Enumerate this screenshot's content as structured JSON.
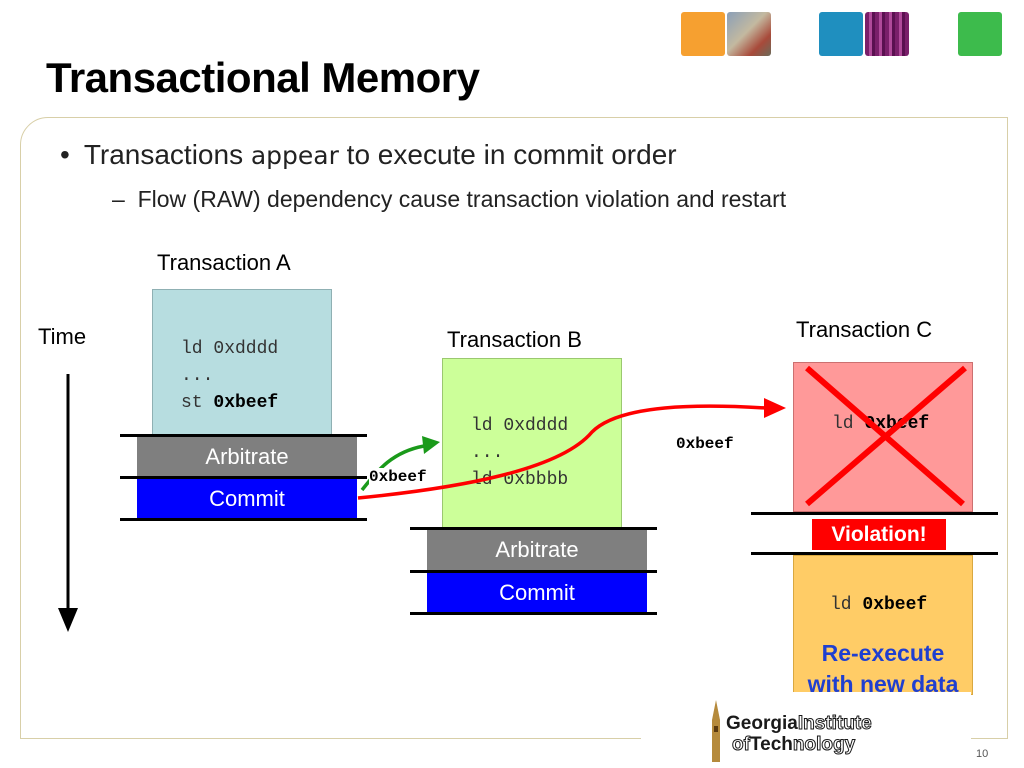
{
  "slide": {
    "title": "Transactional Memory",
    "page_number": "10"
  },
  "bullets": {
    "main_prefix": "Transactions ",
    "main_emphasis": "appear",
    "main_suffix": " to execute in commit order",
    "sub_dash": "–",
    "sub": "Flow (RAW) dependency cause transaction violation and restart"
  },
  "diagram": {
    "time_label": "Time",
    "transaction_a": {
      "label": "Transaction A",
      "code_line1": "ld 0xdddd",
      "code_line2": "...",
      "code_line3_op": "st ",
      "code_line3_addr": "0xbeef",
      "arbitrate": "Arbitrate",
      "commit": "Commit"
    },
    "transaction_b": {
      "label": "Transaction B",
      "code_line1": "ld 0xdddd",
      "code_line2": "...",
      "code_line3": "ld 0xbbbb",
      "arbitrate": "Arbitrate",
      "commit": "Commit"
    },
    "transaction_c": {
      "label": "Transaction C",
      "code_op": "ld ",
      "code_addr": "0xbeef",
      "violation": "Violation!",
      "retry_op": "ld ",
      "retry_addr": "0xbeef",
      "reexecute_line1": "Re-execute",
      "reexecute_line2": "with new data"
    },
    "arrow_label_b": "0xbeef",
    "arrow_label_c": "0xbeef"
  },
  "logo": {
    "line1_bold": "Georgia",
    "line1_outline": "Institute",
    "line2_outline_a": "of",
    "line2_bold": "Tech",
    "line2_outline_b": "nology"
  },
  "colors": {
    "txn_a_fill": "#b7dde0",
    "txn_b_fill": "#ccff99",
    "txn_c_fill": "#ff9999",
    "txn_c_retry_fill": "#ffcc66",
    "arbitrate_fill": "#7f7f7f",
    "commit_fill": "#0000ff",
    "violation_fill": "#ff0000",
    "red_arrow": "#ff0000",
    "green_arrow": "#1a9a1a",
    "reexecute_text": "#1f3fd0"
  }
}
